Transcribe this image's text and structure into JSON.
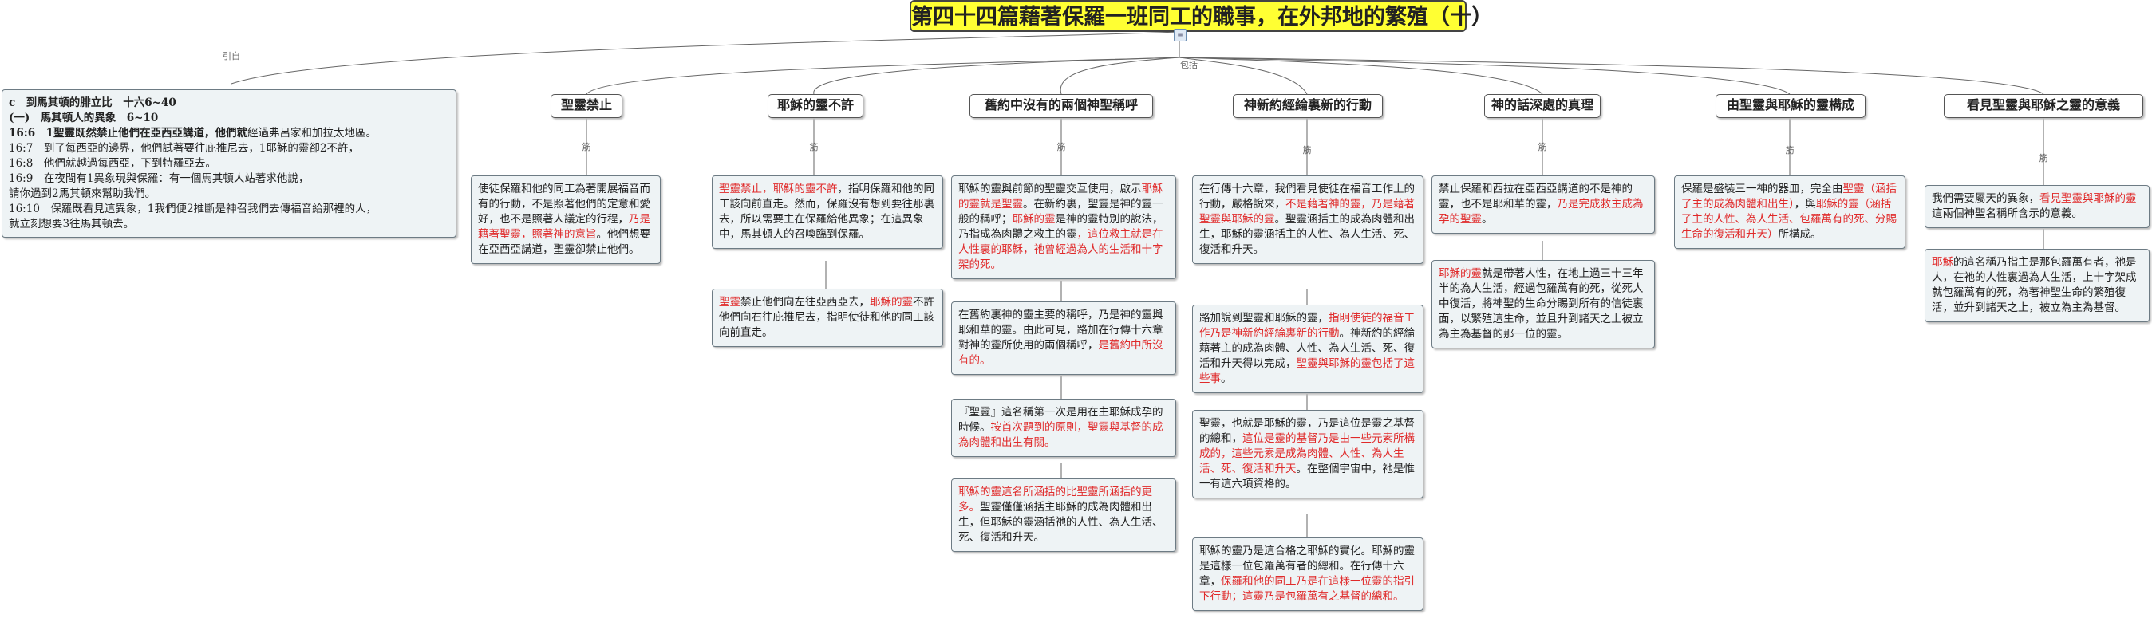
{
  "title": "第四十四篇藉著保羅一班同工的職事，在外邦地的繁殖（十）",
  "edge_labels": {
    "cite": "引自",
    "include": "包括",
    "note": "筋"
  },
  "left_box": {
    "lines": [
      {
        "text": "c　到馬其頓的腓立比　十六6~40",
        "bold": true
      },
      {
        "text": "(一)　馬其頓人的異象　6~10",
        "bold": true
      },
      {
        "text": "16:6　1聖靈既然禁止他們在亞西亞講道，他們就",
        "bold": true,
        "rest": "經過弗呂家和加拉太地區。"
      },
      {
        "text": "16:7　到了每西亞的邊界，他們試著要往庇推尼去，1耶穌的靈卻2不許，"
      },
      {
        "text": "16:8　他們就越過每西亞，下到特羅亞去。"
      },
      {
        "text": "16:9　在夜間有1異象現與保羅：有一個馬其頓人站著求他說，"
      },
      {
        "text": "請你過到2馬其頓來幫助我們。"
      },
      {
        "text": "16:10　保羅既看見這異象，1我們便2推斷是神召我們去傳福音給那裡的人，"
      },
      {
        "text": "就立刻想要3往馬其頓去。"
      }
    ]
  },
  "topics": [
    {
      "label": "聖靈禁止",
      "notes": [
        [
          {
            "t": "使徒保羅和他的同工為著開展福音而有的行動，不是照著他們的定意和愛好，也不是照著人議定的行程，"
          },
          {
            "t": "乃是藉著聖靈，照著神的意旨",
            "red": true
          },
          {
            "t": "。他們想要在亞西亞講道，聖靈卻禁止他們。"
          }
        ]
      ]
    },
    {
      "label": "耶穌的靈不許",
      "notes": [
        [
          {
            "t": "聖靈禁止，耶穌的靈不許",
            "red": true
          },
          {
            "t": "，指明保羅和他的同工該向前直走。然而，保羅沒有想到要往那裏去，所以需要主在保羅給他異象；在這異象中，馬其頓人的召喚臨到保羅。"
          }
        ],
        [
          {
            "t": "聖靈",
            "red": true
          },
          {
            "t": "禁止他們向左往亞西亞去，"
          },
          {
            "t": "耶穌的靈",
            "red": true
          },
          {
            "t": "不許他們向右往庇推尼去，指明使徒和他的同工該向前直走。"
          }
        ]
      ]
    },
    {
      "label": "舊約中沒有的兩個神聖稱呼",
      "notes": [
        [
          {
            "t": "耶穌的靈與前節的聖靈交互使用，啟示"
          },
          {
            "t": "耶穌的靈就是聖靈",
            "red": true
          },
          {
            "t": "。在新約裏，聖靈是神的靈一般的稱呼；"
          },
          {
            "t": "耶穌的靈",
            "red": true
          },
          {
            "t": "是神的靈特別的說法，乃指成為肉體之救主的靈"
          },
          {
            "t": "，這位救主就是在人性裏的耶穌，祂曾經過為人的生活和十字架的死。",
            "red": true
          }
        ],
        [
          {
            "t": "在舊約裏神的靈主要的稱呼，乃是神的靈與耶和華的靈。由此可見，路加在行傳十六章對神的靈所使用的兩個稱呼，"
          },
          {
            "t": "是舊約中所沒有的。",
            "red": true
          }
        ],
        [
          {
            "t": "『聖靈』這名稱第一次是用在主耶穌成孕的時候。"
          },
          {
            "t": "按首次題到的原則，聖靈與基督的成為肉體和出生有關。",
            "red": true
          }
        ],
        [
          {
            "t": "耶穌的靈這名所涵括的比聖靈所涵括的更多。",
            "red": true
          },
          {
            "t": "聖靈僅僅涵括主耶穌的成為肉體和出生，但耶穌的靈涵括祂的人性、為人生活、死、復活和升天。"
          }
        ]
      ]
    },
    {
      "label": "神新約經綸裏新的行動",
      "notes": [
        [
          {
            "t": "在行傳十六章，我們看見使徒在福音工作上的行動，嚴格說來，"
          },
          {
            "t": "不是藉著神的靈，乃是藉著聖靈與耶穌的靈",
            "red": true
          },
          {
            "t": "。聖靈涵括主的成為肉體和出生，耶穌的靈涵括主的人性、為人生活、死、復活和升天。"
          }
        ],
        [
          {
            "t": "路加說到聖靈和耶穌的靈，"
          },
          {
            "t": "指明使徒的福音工作乃是神新約經綸裏新的行動",
            "red": true
          },
          {
            "t": "。神新約的經綸藉著主的成為肉體、人性、為人生活、死、復活和升天得以完成，"
          },
          {
            "t": "聖靈與耶穌的靈包括了這些事",
            "red": true
          },
          {
            "t": "。"
          }
        ],
        [
          {
            "t": "聖靈，也就是耶穌的靈，乃是這位是靈之基督的總和，"
          },
          {
            "t": "這位是靈的基督乃是由一些元素所構成的，這些元素是成為肉體、人性、為人生活、死、復活和升天",
            "red": true
          },
          {
            "t": "。在整個宇宙中，祂是惟一有這六項資格的。"
          }
        ],
        [
          {
            "t": "耶穌的靈乃是這合格之耶穌的實化。耶穌的靈是這樣一位包羅萬有者的總和。在行傳十六章，"
          },
          {
            "t": "保羅和他的同工乃是在這樣一位靈的指引下行動；這靈乃是包羅萬有之基督的總和。",
            "red": true
          }
        ]
      ]
    },
    {
      "label": "神的話深處的真理",
      "notes": [
        [
          {
            "t": "禁止保羅和西拉在亞西亞講道的不是神的靈，也不是耶和華的靈，"
          },
          {
            "t": "乃是完成救主成為孕的聖靈",
            "red": true
          },
          {
            "t": "。"
          }
        ],
        [
          {
            "t": "耶穌的靈",
            "red": true
          },
          {
            "t": "就是帶著人性，在地上過三十三年半的為人生活，經過包羅萬有的死，從死人中復活，將神聖的生命分賜到所有的信徒裏面，以繁殖這生命，並且升到諸天之上被立為主為基督的那一位的靈。"
          }
        ]
      ]
    },
    {
      "label": "由聖靈與耶穌的靈構成",
      "notes": [
        [
          {
            "t": "保羅是盛裝三一神的器皿，完全由"
          },
          {
            "t": "聖靈（涵括了主的成為肉體和出生）",
            "red": true
          },
          {
            "t": "，與"
          },
          {
            "t": "耶穌的靈（涵括了主的人性、為人生活、包羅萬有的死、分賜生命的復活和升天）",
            "red": true
          },
          {
            "t": "所構成。"
          }
        ]
      ]
    },
    {
      "label": "看見聖靈與耶穌之靈的意義",
      "notes": [
        [
          {
            "t": "我們需要屬天的異象，"
          },
          {
            "t": "看見聖靈與耶穌的靈",
            "red": true
          },
          {
            "t": "這兩個神聖名稱所含示的意義。"
          }
        ],
        [
          {
            "t": "耶穌",
            "red": true
          },
          {
            "t": "的這名稱乃指主是那包羅萬有者，祂是人，在祂的人性裏過為人生活，上十字架成就包羅萬有的死，為著神聖生命的繁殖復活，並升到諸天之上，被立為主為基督。"
          }
        ]
      ]
    }
  ]
}
